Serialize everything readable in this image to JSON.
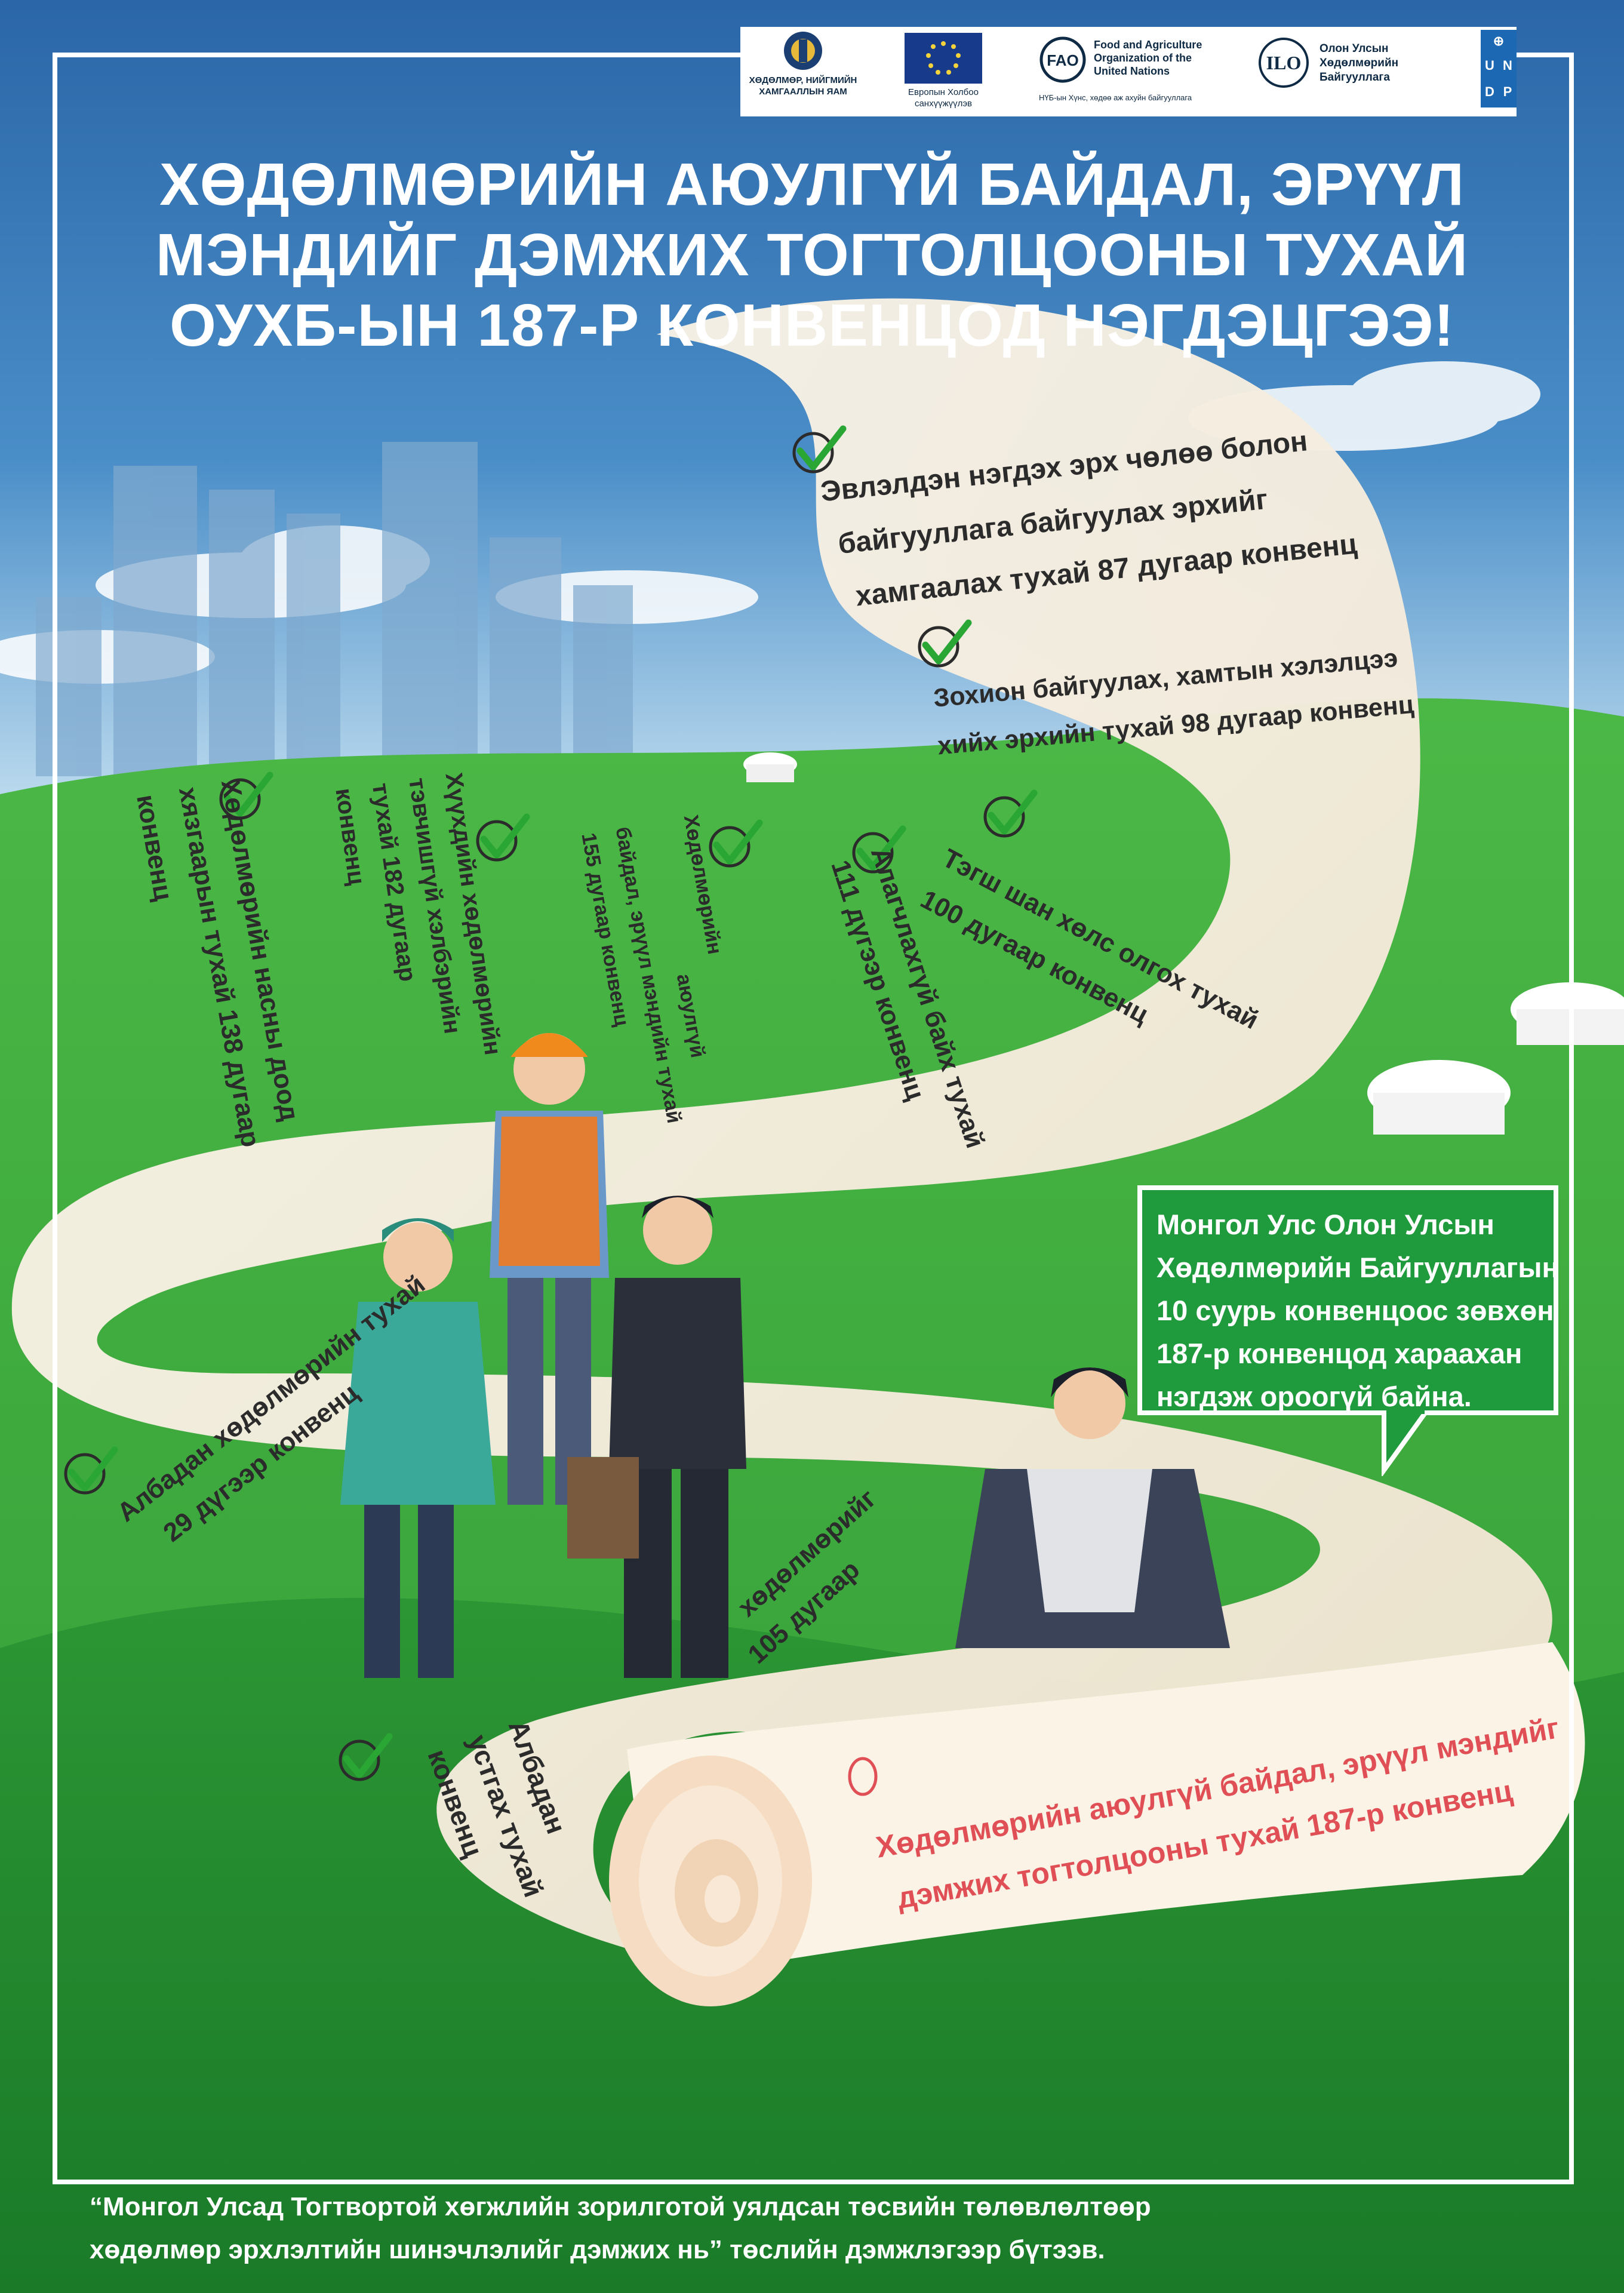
{
  "logos": {
    "ministry": "ХӨДӨЛМӨР, НИЙГМИЙН ХАМГААЛЛЫН ЯАМ",
    "eu": "Европын Холбоо санхүүжүүлэв",
    "fao_line1": "Food and Agriculture",
    "fao_line2": "Organization of the",
    "fao_line3": "United Nations",
    "fao_sub": "НҮБ-ын Хүнс, хөдөө аж ахуйн байгууллага",
    "ilo_line1": "Олон Улсын",
    "ilo_line2": "Хөдөлмөрийн",
    "ilo_line3": "Байгууллага",
    "undp_letters": [
      "U",
      "N",
      "D",
      "P"
    ]
  },
  "title": {
    "line1": "ХӨДӨЛМӨРИЙН АЮУЛГҮЙ БАЙДАЛ, ЭРҮҮЛ",
    "line2": "МЭНДИЙГ ДЭМЖИХ ТОГТОЛЦООНЫ ТУХАЙ",
    "line3": "ОУХБ-ЫН 187-Р КОНВЕНЦОД НЭГДЭЦГЭЭ!"
  },
  "conventions": {
    "c87": {
      "line1": "Эвлэлдэн нэгдэх эрх чөлөө болон",
      "line2": "байгууллага байгуулах эрхийг",
      "line3": "хамгаалах тухай 87 дугаар конвенц"
    },
    "c98": {
      "line1": "Зохион байгуулах, хамтын хэлэлцээ",
      "line2": "хийх эрхийн тухай  98 дугаар конвенц"
    },
    "c100": {
      "line1": "Тэгш шан хөлс олгох тухай",
      "line2": "100 дугаар конвенц"
    },
    "c111": {
      "line1": "Алагчлахгүй байх тухай",
      "line2": "111 дүгээр конвенц"
    },
    "c155": {
      "line1": "Хөдөлмөрийн",
      "line2": "аюулгүй",
      "line3": "байдал, эрүүл мэндийн тухай",
      "line4": "155 дугаар конвенц"
    },
    "c182": {
      "line1": "Хүүхдийн хөдөлмөрийн",
      "line2": "тэвчишгүй хэлбэрийн",
      "line3": "тухай 182 дугаар",
      "line4": "конвенц"
    },
    "c138": {
      "line1": "Хөдөлмөрийн насны доод",
      "line2": "хязгаарын тухай 138 дугаар",
      "line3": "конвенц"
    },
    "c29": {
      "line1": "Албадан хөдөлмөрийн тухай",
      "line2": "29 дүгээр конвенц"
    },
    "c105a": {
      "line1": "хөдөлмөрийг",
      "line2": "105 дугаар"
    },
    "c105b": {
      "line1": "Албадан",
      "line2": "устгах тухай",
      "line3": "конвенц"
    },
    "c187": {
      "line1": "Хөдөлмөрийн аюулгүй байдал, эрүүл мэндийг",
      "line2": "дэмжих тогтолцооны тухай 187-р конвенц"
    }
  },
  "bubble": {
    "line1": "Монгол Улс Олон Улсын",
    "line2": "Хөдөлмөрийн Байгууллагын",
    "line3": "10 суурь конвенцоос зөвхөн",
    "line4": "187-р конвенцод хараахан",
    "line5": "нэгдэж ороогүй байна."
  },
  "footer": {
    "line1": "“Монгол Улсад Тогтвортой хөгжлийн зорилготой уялдсан төсвийн төлөвлөлтөөр",
    "line2": "хөдөлмөр эрхлэлтийн шинэчлэлийг дэмжих нь” төслийн дэмжлэгээр бүтээв."
  },
  "colors": {
    "sky_top": "#2e6fb0",
    "sky_bottom": "#b9d9ee",
    "grass": "#3aa83c",
    "grass_dark": "#1c7a2c",
    "paper": "#f6efe2",
    "check_green": "#2aa635",
    "red_text": "#e04f55",
    "bubble_green": "#1f9a3c"
  },
  "icons": [
    "ministry-emblem-icon",
    "eu-flag-icon",
    "fao-logo-icon",
    "ilo-logo-icon",
    "undp-logo-icon",
    "checkmark-icon",
    "empty-circle-icon"
  ]
}
